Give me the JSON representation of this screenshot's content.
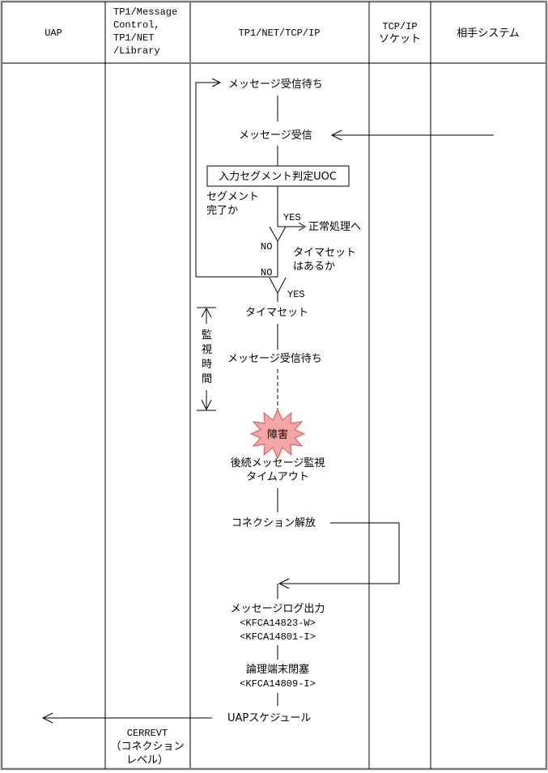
{
  "header": {
    "columns": [
      {
        "id": "uap",
        "lines": [
          "UAP"
        ]
      },
      {
        "id": "tp1-message-control",
        "lines": [
          "TP1/Message",
          "Control,",
          "TP1/NET",
          "/Library"
        ]
      },
      {
        "id": "tp1-net-tcp-ip",
        "lines": [
          "TP1/NET/TCP/IP"
        ]
      },
      {
        "id": "tcp-ip-socket",
        "lines": [
          "TCP/IP",
          "ソケット"
        ]
      },
      {
        "id": "partner-system",
        "lines": [
          "相手システム"
        ]
      }
    ]
  },
  "flow": {
    "wait_message_1": "メッセージ受信待ち",
    "receive_message": "メッセージ受信",
    "segment_uoc_box": "入力セグメント判定UOC",
    "segment_complete_q": [
      "セグメント",
      "完了か"
    ],
    "yes_1": "YES",
    "to_normal": "正常処理へ",
    "no_1": "NO",
    "timer_set_q": [
      "タイマセット",
      "はあるか"
    ],
    "no_2": "NO",
    "yes_2": "YES",
    "timer_set": "タイマセット",
    "monitor_time": [
      "監",
      "視",
      "時",
      "間"
    ],
    "wait_message_2": "メッセージ受信待ち",
    "failure": "障害",
    "timeout": [
      "後続メッセージ監視",
      "タイムアウト"
    ],
    "connection_release": "コネクション解放",
    "message_log_output": [
      "メッセージログ出力",
      "<KFCA14823-W>",
      "<KFCA14801-I>"
    ],
    "logical_terminal_block": [
      "論理端末閉塞",
      "<KFCA14809-I>"
    ],
    "uap_schedule": "UAPスケジュール",
    "cerrevt": [
      "CERREVT",
      "（コネクション",
      "レベル）"
    ]
  },
  "colors": {
    "failure_fill": "#f4a6a6",
    "failure_stroke": "#d9534f",
    "frame_gray": "#7a7a7a"
  }
}
